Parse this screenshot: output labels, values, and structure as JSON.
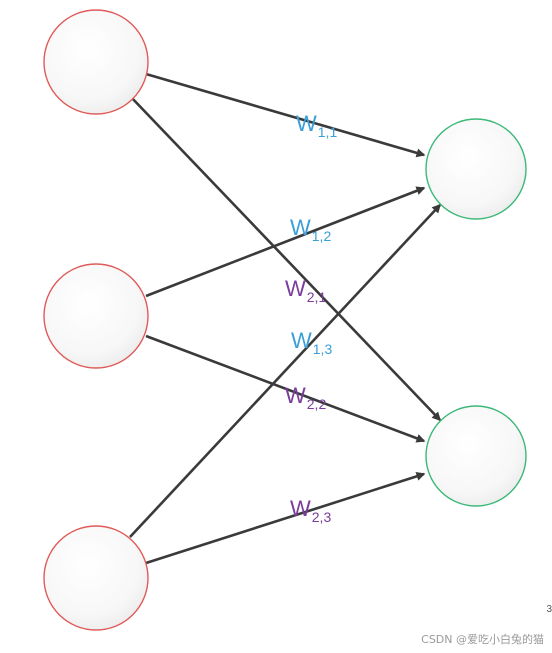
{
  "diagram": {
    "type": "neural-network-weights",
    "input_nodes": [
      {
        "id": "in1",
        "color": "#e05a5a"
      },
      {
        "id": "in2",
        "color": "#e05a5a"
      },
      {
        "id": "in3",
        "color": "#e05a5a"
      }
    ],
    "output_nodes": [
      {
        "id": "out1",
        "color": "#3cb878"
      },
      {
        "id": "out2",
        "color": "#3cb878"
      }
    ],
    "edges": [
      {
        "from": "in1",
        "to": "out1",
        "label": {
          "main": "W",
          "sub": "1,1"
        },
        "label_color": "#3a9fd8"
      },
      {
        "from": "in2",
        "to": "out1",
        "label": {
          "main": "W",
          "sub": "1,2"
        },
        "label_color": "#3a9fd8"
      },
      {
        "from": "in3",
        "to": "out1",
        "label": {
          "main": "W",
          "sub": "1,3"
        },
        "label_color": "#3a9fd8"
      },
      {
        "from": "in1",
        "to": "out2",
        "label": {
          "main": "W",
          "sub": "2,1"
        },
        "label_color": "#7a3d9c"
      },
      {
        "from": "in2",
        "to": "out2",
        "label": {
          "main": "W",
          "sub": "2,2"
        },
        "label_color": "#7a3d9c"
      },
      {
        "from": "in3",
        "to": "out2",
        "label": {
          "main": "W",
          "sub": "2,3"
        },
        "label_color": "#7a3d9c"
      }
    ],
    "edge_color": "#3a3a3a"
  },
  "watermark": "CSDN @爱吃小白兔的猫",
  "edge_mark": "3"
}
